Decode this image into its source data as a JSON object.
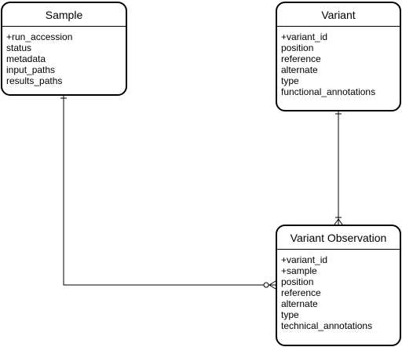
{
  "entities": {
    "sample": {
      "title": "Sample",
      "attributes": [
        "+run_accession",
        "status",
        "metadata",
        "input_paths",
        "results_paths"
      ]
    },
    "variant": {
      "title": "Variant",
      "attributes": [
        "+variant_id",
        "position",
        "reference",
        "alternate",
        "type",
        "functional_annotations"
      ]
    },
    "observation": {
      "title": "Variant Observation",
      "attributes": [
        "+variant_id",
        "+sample",
        "position",
        "reference",
        "alternate",
        "type",
        "technical_annotations"
      ]
    }
  },
  "relationships": [
    {
      "from": "sample",
      "to": "observation",
      "from_cardinality": "one",
      "to_cardinality": "zero-or-many"
    },
    {
      "from": "variant",
      "to": "observation",
      "from_cardinality": "one",
      "to_cardinality": "one-or-many"
    }
  ],
  "colors": {
    "stroke": "#000000",
    "background": "#ffffff"
  }
}
